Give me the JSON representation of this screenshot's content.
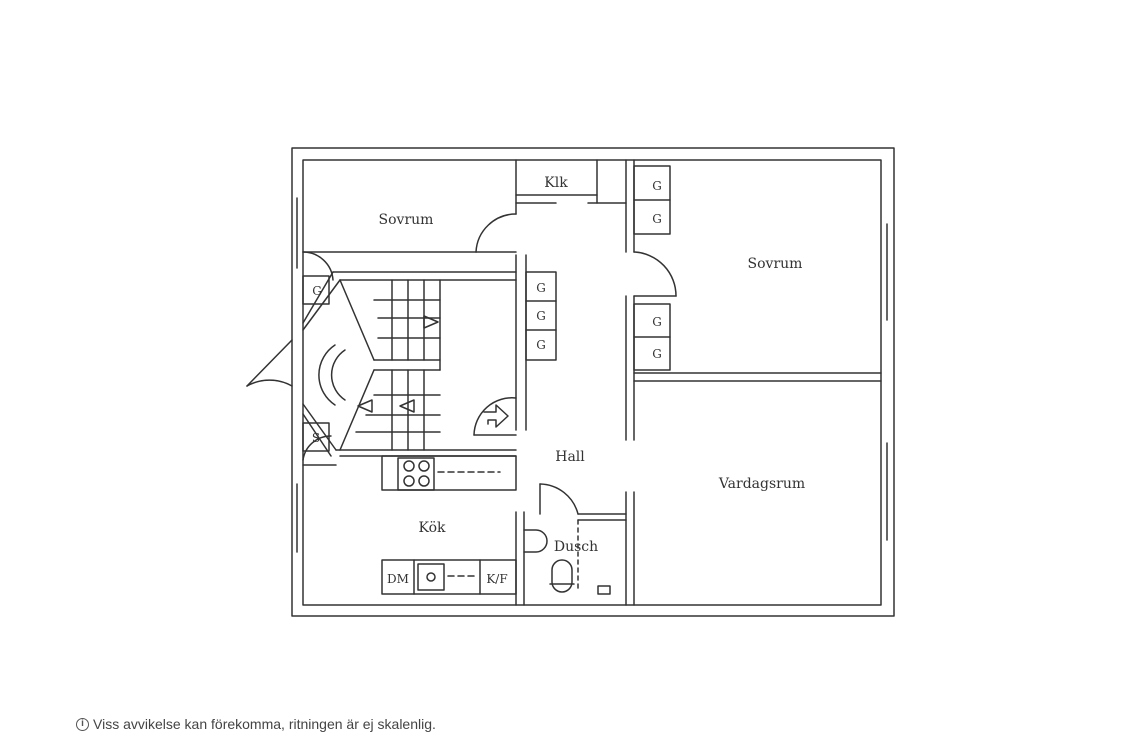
{
  "rooms": {
    "sovrum_left": "Sovrum",
    "sovrum_right": "Sovrum",
    "klk": "Klk",
    "hall": "Hall",
    "vardagsrum": "Vardagsrum",
    "kok": "Kök",
    "dusch": "Dusch"
  },
  "fixtures": {
    "wardrobe": "G",
    "storage": "S",
    "dishwasher": "DM",
    "fridge_freezer": "K/F"
  },
  "disclaimer": {
    "icon": "info-icon",
    "icon_glyph": "i",
    "text": "Viss avvikelse kan förekomma, ritningen är ej skalenlig."
  },
  "colors": {
    "line": "#333333",
    "background": "#ffffff"
  }
}
